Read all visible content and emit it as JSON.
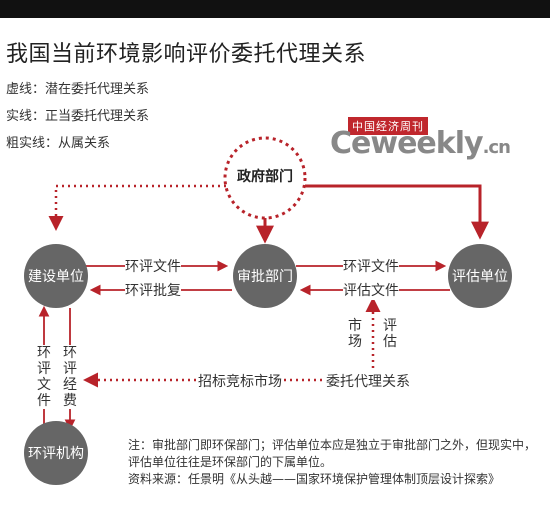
{
  "title": "我国当前环境影响评价委托代理关系",
  "legend": {
    "dashed": "虚线：潜在委托代理关系",
    "solid": "实线：正当委托代理关系",
    "bold": "粗实线：从属关系"
  },
  "watermark": {
    "cn": "中国经济周刊",
    "en": "Ceweekly",
    "domain": ".cn"
  },
  "nodes": {
    "gov": "政府部门",
    "builder": "建设单位",
    "approver": "审批部门",
    "evaluator": "评估单位",
    "eia_org": "环评机构"
  },
  "edges": {
    "builder_to_approver": "环评文件",
    "approver_to_builder": "环评批复",
    "approver_to_evaluator": "环评文件",
    "evaluator_to_approver": "评估文件",
    "market": "市场",
    "evaluate": "评估",
    "builder_to_eia_fee": "环评经费",
    "eia_to_builder_doc": "环评文件",
    "bidding_market": "招标竞标市场",
    "agency_relation": "委托代理关系"
  },
  "notes": {
    "line1": "注：审批部门即环保部门；评估单位本应是独立于审批部门之外，但现实中，",
    "line2": "评估单位往往是环保部门的下属单位。",
    "source": "资料来源：任景明《从头越——国家环境保护管理体制顶层设计探索》"
  },
  "colors": {
    "node": "#666666",
    "accent": "#b8232a",
    "text": "#333333"
  }
}
